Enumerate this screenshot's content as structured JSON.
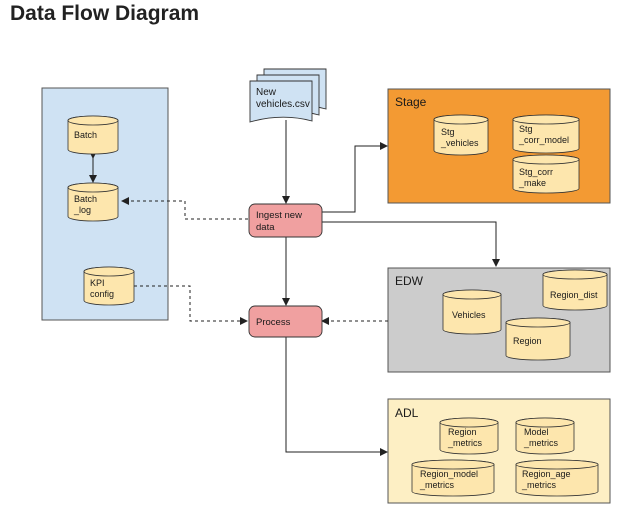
{
  "title": "Data Flow Diagram",
  "colors": {
    "source_fill": "#cfe2f3",
    "stage_fill": "#f39a33",
    "edw_fill": "#cccccc",
    "adl_fill": "#fdefc4",
    "process_fill": "#f0a0a0",
    "cylinder_fill": "#fde6ad",
    "line": "#222222"
  },
  "file_source": {
    "line1": "New",
    "line2": "vehicles.csv"
  },
  "source_tables": {
    "batch": "Batch",
    "batch_log": [
      "Batch",
      "_log"
    ],
    "kpi_config": [
      "KPI",
      "config"
    ]
  },
  "processes": {
    "ingest": [
      "Ingest new",
      "data"
    ],
    "process": [
      "Process"
    ]
  },
  "stage": {
    "label": "Stage",
    "tables": [
      [
        "Stg",
        "_vehicles"
      ],
      [
        "Stg",
        "_corr_model"
      ],
      [
        "Stg_corr",
        "_make"
      ]
    ]
  },
  "edw": {
    "label": "EDW",
    "tables": [
      [
        "Vehicles"
      ],
      [
        "Region_dist"
      ],
      [
        "Region"
      ]
    ]
  },
  "adl": {
    "label": "ADL",
    "tables": [
      [
        "Region",
        "_metrics"
      ],
      [
        "Model",
        "_metrics"
      ],
      [
        "Region_model",
        "_metrics"
      ],
      [
        "Region_age",
        "_metrics"
      ]
    ]
  }
}
